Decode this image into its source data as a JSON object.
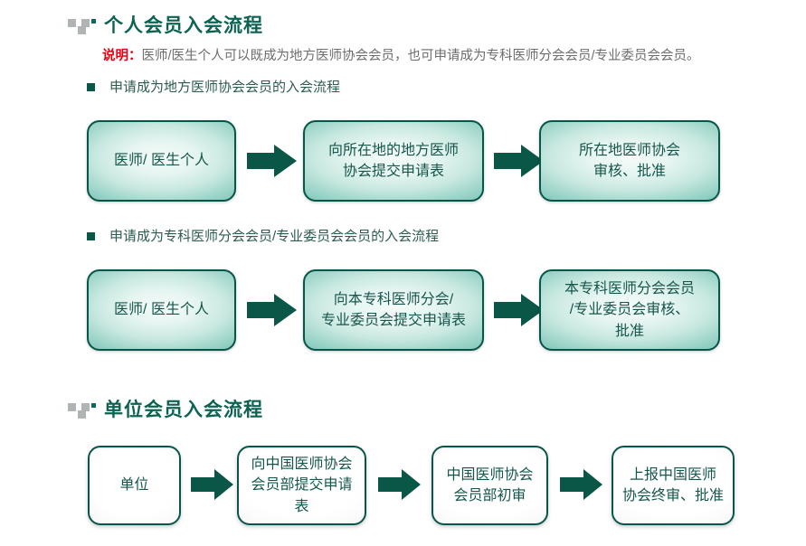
{
  "colors": {
    "heading": "#0d6352",
    "accent_border": "#07564a",
    "arrow": "#0a5748",
    "note_label": "#e60012",
    "body_text": "#6d6d6d"
  },
  "sections": [
    {
      "id": "individual",
      "title": "个人会员入会流程",
      "title_icon": "square-cluster-icon",
      "note": {
        "label": "说明：",
        "text": "医师/医生个人可以既成为地方医师协会会员，也可申请成为专科医师分会会员/专业委员会会员。"
      },
      "subflows": [
        {
          "heading": "申请成为地方医师协会会员的入会流程",
          "steps": [
            {
              "lines": [
                "医师/ 医生个人"
              ]
            },
            {
              "lines": [
                "向所在地的地方医师",
                "协会提交申请表"
              ]
            },
            {
              "lines": [
                "所在地医师协会",
                "审核、批准"
              ]
            }
          ]
        },
        {
          "heading": "申请成为专科医师分会会员/专业委员会会员的入会流程",
          "steps": [
            {
              "lines": [
                "医师/ 医生个人"
              ]
            },
            {
              "lines": [
                "向本专科医师分会/",
                "专业委员会提交申请表"
              ]
            },
            {
              "lines": [
                "本专科医师分会会员",
                "/专业委员会审核、",
                "批准"
              ]
            }
          ]
        }
      ]
    },
    {
      "id": "unit",
      "title": "单位会员入会流程",
      "title_icon": "square-cluster-icon",
      "subflows": [
        {
          "heading": "",
          "steps": [
            {
              "lines": [
                "单位"
              ]
            },
            {
              "lines": [
                "向中国医师协会",
                "会员部提交申请表"
              ]
            },
            {
              "lines": [
                "中国医师协会",
                "会员部初审"
              ]
            },
            {
              "lines": [
                "上报中国医师",
                "协会终审、批准"
              ]
            }
          ]
        }
      ]
    }
  ]
}
